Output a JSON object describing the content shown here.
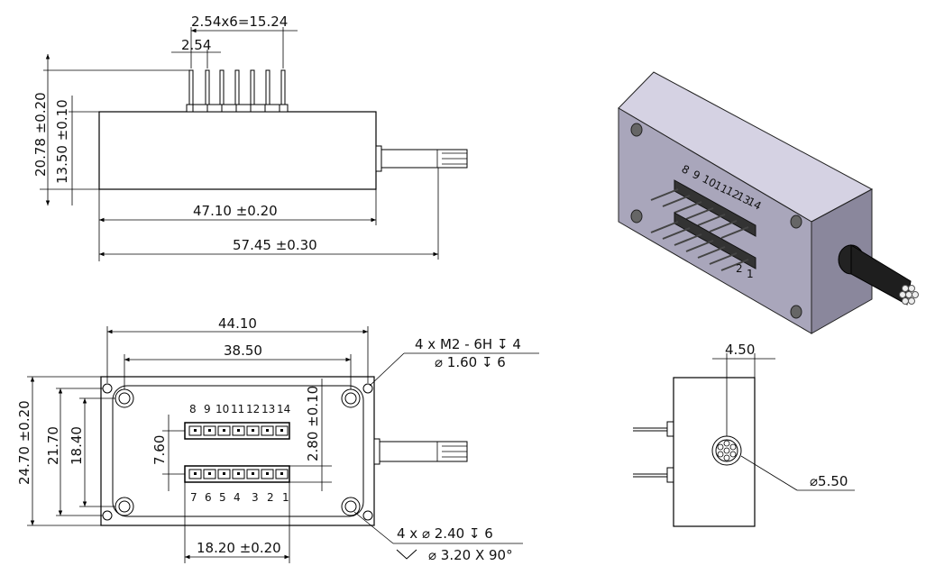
{
  "side_view": {
    "pitch_total": "2.54x6=15.24",
    "pitch": "2.54",
    "height_total": "20.78 ±0.20",
    "height_body": "13.50 ±0.10",
    "length_body": "47.10 ±0.20",
    "length_total": "57.45 ±0.30"
  },
  "top_view": {
    "width_outer": "44.10",
    "width_holes": "38.50",
    "height_outer": "24.70 ±0.20",
    "height_holes": "21.70",
    "height_inner": "18.40",
    "row_spacing": "7.60",
    "row_offset": "2.80 ±0.10",
    "pin_span": "18.20 ±0.20",
    "thread_note_1": "4 x  M2 - 6H ↧ 4",
    "thread_note_2": "⌀ 1.60 ↧ 6",
    "hole_note_1": "4 x  ⌀ 2.40 ↧ 6",
    "hole_note_2": "⌀ 3.20 X 90°",
    "top_pin_labels": [
      "8",
      "9",
      "10",
      "11",
      "12",
      "13",
      "14"
    ],
    "bottom_pin_labels": [
      "7",
      "6",
      "5",
      "4",
      "3",
      "2",
      "1"
    ]
  },
  "iso_view": {
    "top_pin_labels": [
      "8",
      "9",
      "10",
      "11",
      "12",
      "13",
      "14"
    ],
    "bottom_pin_labels": [
      "2",
      "1"
    ]
  },
  "end_view": {
    "offset": "4.50",
    "cable_diameter": "⌀5.50"
  }
}
